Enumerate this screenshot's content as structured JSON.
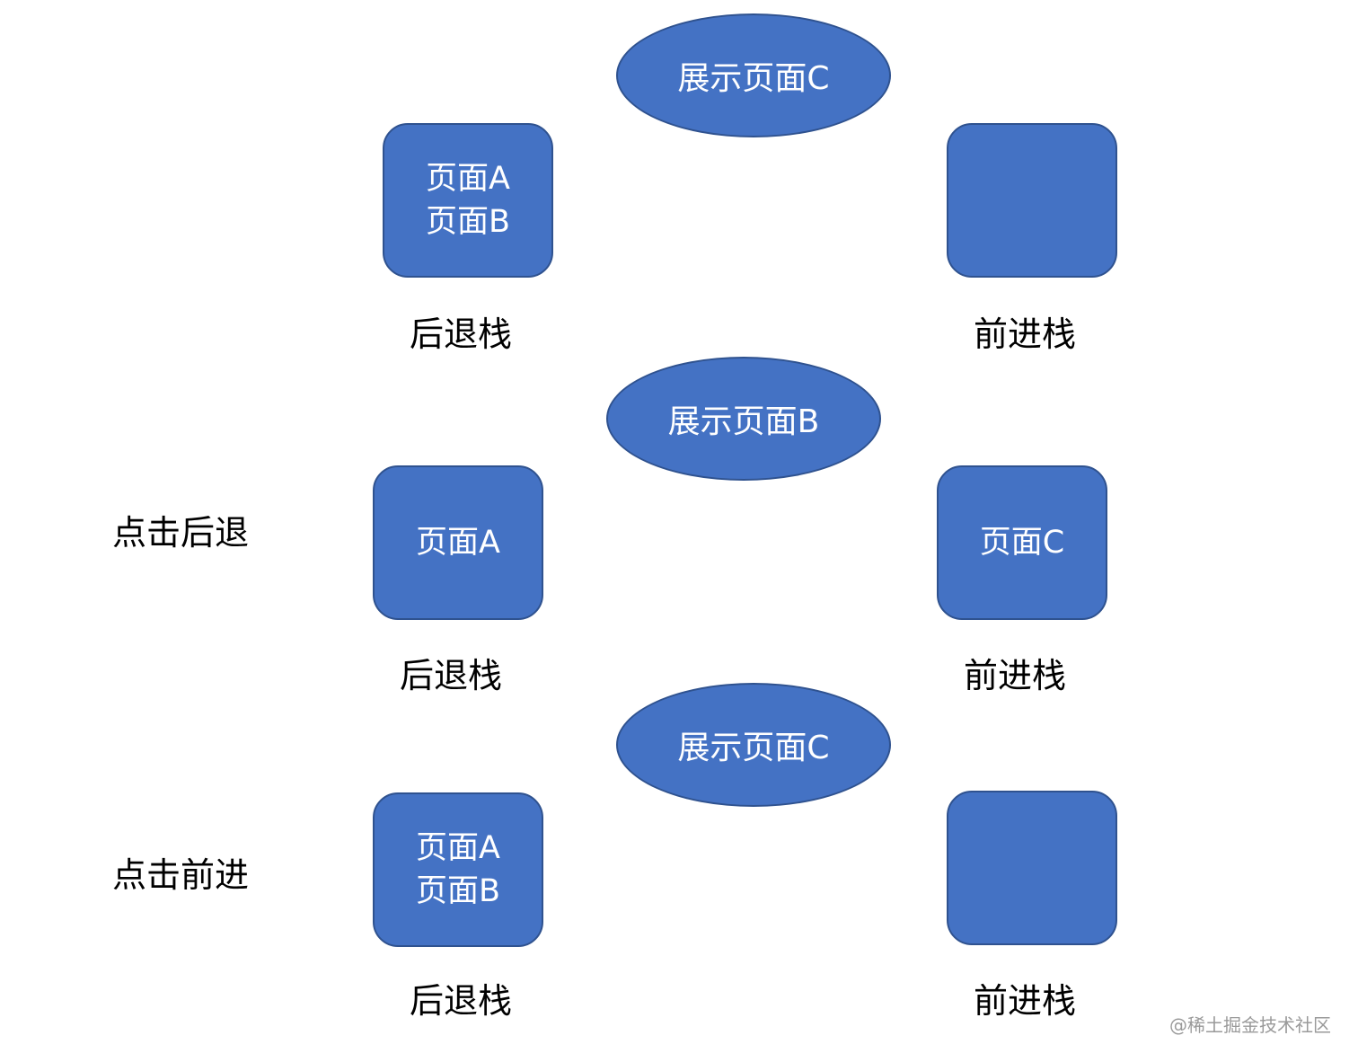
{
  "scenes": [
    {
      "action": "",
      "display": "展示页面C",
      "back_stack": {
        "items": [
          "页面A",
          "页面B"
        ],
        "caption": "后退栈"
      },
      "forward_stack": {
        "items": [],
        "caption": "前进栈"
      }
    },
    {
      "action": "点击后退",
      "display": "展示页面B",
      "back_stack": {
        "items": [
          "页面A"
        ],
        "caption": "后退栈"
      },
      "forward_stack": {
        "items": [
          "页面C"
        ],
        "caption": "前进栈"
      }
    },
    {
      "action": "点击前进",
      "display": "展示页面C",
      "back_stack": {
        "items": [
          "页面A",
          "页面B"
        ],
        "caption": "后退栈"
      },
      "forward_stack": {
        "items": [],
        "caption": "前进栈"
      }
    }
  ],
  "watermark": "@稀土掘金技术社区",
  "colors": {
    "shape_fill": "#4472c4",
    "shape_border": "#2f528f"
  }
}
